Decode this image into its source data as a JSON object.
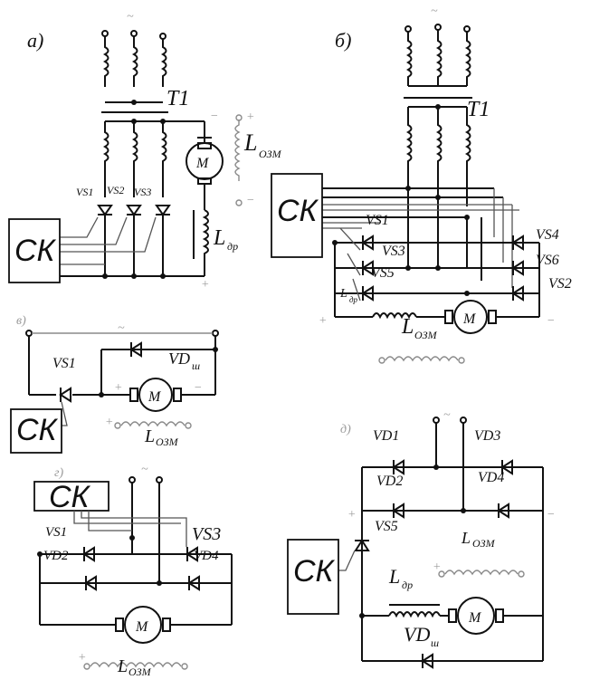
{
  "labels": {
    "a": "а)",
    "b": "б)",
    "v": "в)",
    "g": "г)",
    "d": "д)",
    "T1": "T1",
    "T1_b": "T1",
    "SK": "СК",
    "L": "L",
    "L_ozm_sub": "ОЗМ",
    "L_dr_sub": "др",
    "M": "M",
    "tilde": "~",
    "plus": "+",
    "minus": "−"
  },
  "a": {
    "thyristors": [
      "VS1",
      "VS2",
      "VS3"
    ]
  },
  "b": {
    "left": [
      "VS1",
      "VS3",
      "VS5"
    ],
    "right": [
      "VS4",
      "VS6",
      "VS2"
    ]
  },
  "v": {
    "thyristor": "VS1",
    "diode": "VD",
    "diode_sub": "ш"
  },
  "g": {
    "tl": "VS1",
    "tr": "VS3",
    "bl": "VD2",
    "br": "VD4"
  },
  "d": {
    "top_left": "VD1",
    "top_right": "VD3",
    "mid_left": "VD2",
    "mid_right": "VD4",
    "thyristor": "VS5",
    "diode": "VD",
    "diode_sub": "ш"
  }
}
